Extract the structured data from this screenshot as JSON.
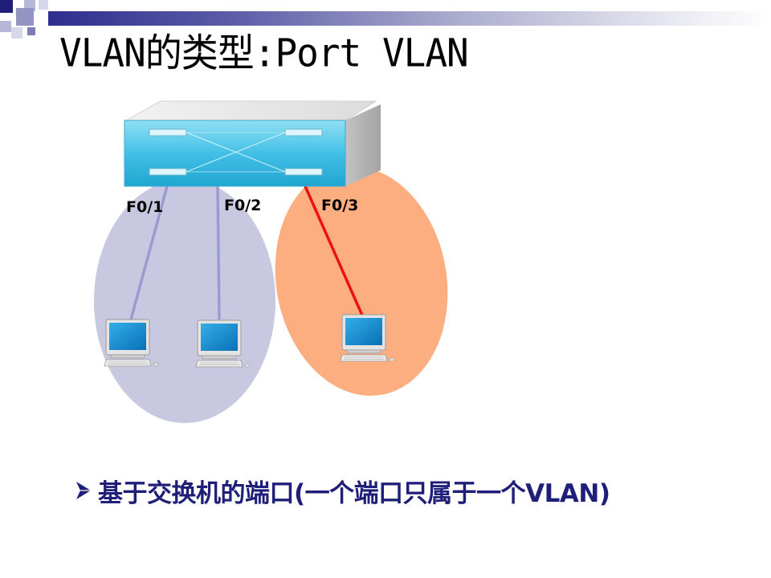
{
  "slide": {
    "title": "VLAN的类型:Port VLAN",
    "bullet": "基于交换机的端口(一个端口只属于一个VLAN)",
    "bullet_icon": "arrow-bullet-icon"
  },
  "diagram": {
    "switch_icon": "network-switch-icon",
    "ports": [
      {
        "label": "F0/1",
        "vlan": "group-a"
      },
      {
        "label": "F0/2",
        "vlan": "group-a"
      },
      {
        "label": "F0/3",
        "vlan": "group-b"
      }
    ],
    "computer_icon": "desktop-computer-icon"
  },
  "colors": {
    "group_a_fill": "#c8c8e0",
    "group_b_fill": "#fcae80",
    "group_a_link": "#9b9bd0",
    "group_b_link": "#ee1111",
    "title_band": "#2e2e8e",
    "bullet_text": "#1f1f7a"
  }
}
